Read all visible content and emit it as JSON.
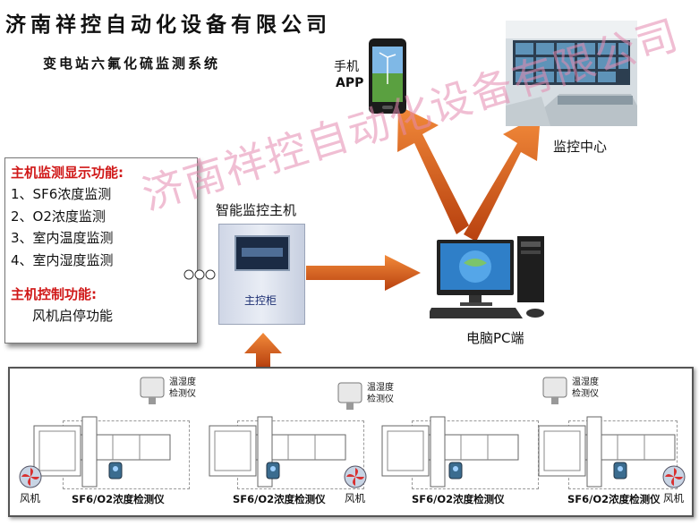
{
  "header": {
    "company": "济南祥控自动化设备有限公司",
    "subtitle": "变电站六氟化硫监测系统"
  },
  "watermark": "济南祥控自动化设备有限公司",
  "functions": {
    "monitor_title": "主机监测显示功能:",
    "monitor_items": [
      "1、SF6浓度监测",
      "2、O2浓度监测",
      "3、室内温度监测",
      "4、室内湿度监测"
    ],
    "control_title": "主机控制功能:",
    "control_items": [
      "风机启停功能"
    ]
  },
  "nodes": {
    "host": "智能监控主机",
    "host_panel": "主控柜",
    "phone": "手机",
    "phone_app": "APP",
    "center": "监控中心",
    "pc": "电脑PC端"
  },
  "field": {
    "sensors": [
      {
        "line1": "温湿度",
        "line2": "检测仪"
      },
      {
        "line1": "温湿度",
        "line2": "检测仪"
      },
      {
        "line1": "温湿度",
        "line2": "检测仪"
      }
    ],
    "detectors": [
      "SF6/O2浓度检测仪",
      "SF6/O2浓度检测仪",
      "SF6/O2浓度检测仪",
      "SF6/O2浓度检测仪"
    ],
    "fans": [
      "风机",
      "风机",
      "风机"
    ]
  },
  "colors": {
    "arrow": "#b23a0c",
    "arrow_light": "#ef7a2a",
    "title_red": "#d01818",
    "watermark": "#e58ab0"
  },
  "icons": [
    "phone-icon",
    "monitor-center-photo",
    "control-cabinet-icon",
    "desktop-pc-icon",
    "sensor-icon",
    "detector-icon",
    "fan-icon",
    "switchgear-icon"
  ]
}
